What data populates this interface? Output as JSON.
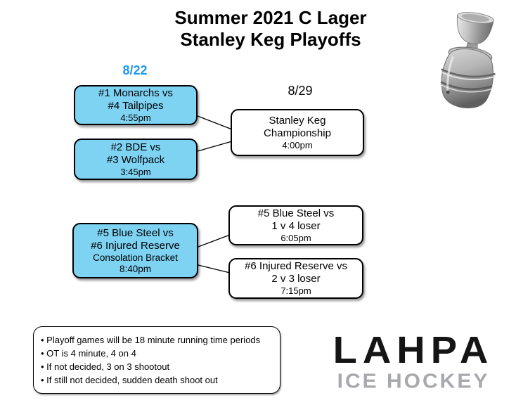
{
  "title": {
    "line1": "Summer 2021 C Lager",
    "line2": "Stanley Keg Playoffs"
  },
  "rounds": {
    "semifinal_date": "8/22",
    "championship_date": "8/29"
  },
  "games": {
    "semifinal1": {
      "teams1": "#1 Monarchs vs",
      "teams2": "#4 Tailpipes",
      "time": "4:55pm"
    },
    "semifinal2": {
      "teams1": "#2 BDE vs",
      "teams2": "#3 Wolfpack",
      "time": "3:45pm"
    },
    "championship": {
      "name1": "Stanley Keg",
      "name2": "Championship",
      "time": "4:00pm"
    },
    "consolation_opener": {
      "teams1": "#5 Blue Steel vs",
      "teams2": "#6 Injured Reserve",
      "label": "Consolation Bracket",
      "time": "8:40pm"
    },
    "consolation_game1": {
      "teams1": "#5 Blue Steel vs",
      "teams2": "1 v 4 loser",
      "time": "6:05pm"
    },
    "consolation_game2": {
      "teams1": "#6 Injured Reserve vs",
      "teams2": "2 v 3 loser",
      "time": "7:15pm"
    }
  },
  "notes": [
    "Playoff games will be 18 minute running time periods",
    "OT is 4 minute, 4 on 4",
    "If not decided, 3 on 3 shootout",
    "If still not decided, sudden death shoot out"
  ],
  "logo": {
    "primary": "LAHPA",
    "secondary": "ICE HOCKEY"
  },
  "icons": {
    "trophy": "stanley-keg-trophy"
  },
  "colors": {
    "game_highlight": "#7ed3f3",
    "date_accent": "#1e97f3",
    "logo_secondary": "#a7a9ac"
  }
}
